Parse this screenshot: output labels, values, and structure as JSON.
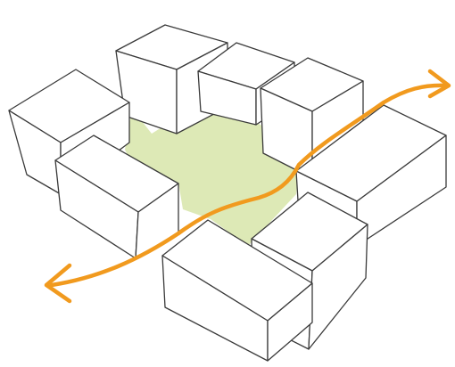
{
  "diagram": {
    "colors": {
      "background": "#ffffff",
      "building_stroke": "#3a3a3a",
      "building_fill": "#ffffff",
      "plaza": "#dde9b6",
      "flow_arrow": "#f19a1e"
    },
    "elements": {
      "blocks": [
        "building-block-west-upper",
        "building-block-north-left",
        "building-block-north-center",
        "building-block-north-right",
        "building-block-west-lower",
        "building-block-east",
        "building-block-south-east",
        "building-block-south"
      ],
      "plaza": "central-courtyard",
      "flow": "pedestrian-flow-arrow",
      "arrowheads": [
        "arrowhead-west",
        "arrowhead-east"
      ]
    }
  }
}
